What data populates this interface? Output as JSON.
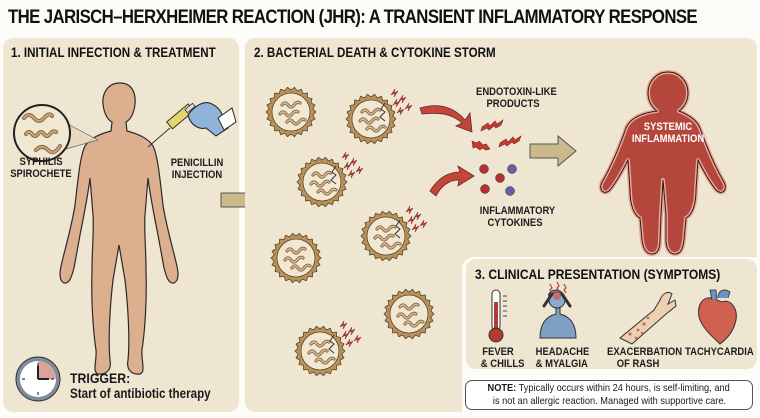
{
  "title": "THE JARISCH–HERXHEIMER REACTION (JHR): A TRANSIENT INFLAMMATORY RESPONSE",
  "panel1": {
    "heading": "1. INITIAL INFECTION & TREATMENT",
    "spirochete_label": [
      "SYPHILIS",
      "SPIROCHETE"
    ],
    "injection_label": [
      "PENICILLIN",
      "INJECTION"
    ],
    "trigger_title": "TRIGGER:",
    "trigger_text": "Start of antibiotic therapy",
    "icons": [
      "human-body-icon",
      "spirochete-magnifier-icon",
      "syringe-gloved-hand-icon",
      "clock-icon"
    ]
  },
  "panel2": {
    "heading": "2. BACTERIAL DEATH & CYTOKINE STORM",
    "endotoxin_label": [
      "ENDOTOXIN-LIKE",
      "PRODUCTS"
    ],
    "cytokine_label": [
      "INFLAMMATORY",
      "CYTOKINES"
    ],
    "systemic_label": [
      "SYSTEMIC",
      "INFLAMMATION"
    ]
  },
  "panel3": {
    "heading": "3. CLINICAL PRESENTATION (SYMPTOMS)",
    "symptoms": [
      {
        "label": [
          "FEVER",
          "& CHILLS"
        ],
        "icon": "thermometer-icon"
      },
      {
        "label": [
          "HEADACHE",
          "& MYALGIA"
        ],
        "icon": "headache-person-icon"
      },
      {
        "label": [
          "EXACERBATION",
          "OF RASH"
        ],
        "icon": "rash-arm-icon"
      },
      {
        "label": [
          "TACHYCARDIA"
        ],
        "icon": "heart-icon"
      }
    ]
  },
  "note": {
    "bold": "NOTE:",
    "text_line1": " Typically occurs within 24 hours, is self-limiting, and",
    "text_line2": "is not an allergic reaction. Managed with supportive care."
  },
  "colors": {
    "panel_bg": "#efe6d2",
    "skin": "#dcb08f",
    "inflamed_red": "#b5463c",
    "bacteria_gold": "#b8925a",
    "cytokine_red": "#b53030",
    "cytokine_purple": "#6a5aa8",
    "arrow_tan": "#cbb98a"
  }
}
